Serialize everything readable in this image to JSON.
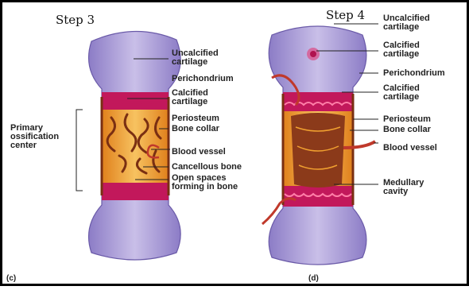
{
  "steps": {
    "left": "Step 3",
    "right": "Step 4"
  },
  "panel_letters": {
    "left": "(c)",
    "right": "(d)"
  },
  "left_labels": {
    "uncalcified_cartilage": "Uncalcified\ncartilage",
    "perichondrium": "Perichondrium",
    "calcified_cartilage": "Calcified\ncartilage",
    "periosteum": "Periosteum",
    "bone_collar": "Bone collar",
    "blood_vessel": "Blood vessel",
    "cancellous_bone": "Cancellous bone",
    "open_spaces": "Open spaces\nforming in bone",
    "primary_ossification_center": "Primary\nossification\ncenter"
  },
  "right_labels": {
    "uncalcified_cartilage": "Uncalcified\ncartilage",
    "calcified_cartilage_top": "Calcified\ncartilage",
    "perichondrium": "Perichondrium",
    "calcified_cartilage": "Calcified\ncartilage",
    "periosteum": "Periosteum",
    "bone_collar": "Bone collar",
    "blood_vessel": "Blood vessel",
    "medullary_cavity": "Medullary\ncavity"
  },
  "colors": {
    "cartilage": "#a79ad4",
    "cartilage_edge": "#7d6db8",
    "calcified": "#c2185b",
    "bone_orange": "#f0a030",
    "trabeculae": "#8b3a1a",
    "vessel": "#c0392b",
    "border": "#000000"
  }
}
